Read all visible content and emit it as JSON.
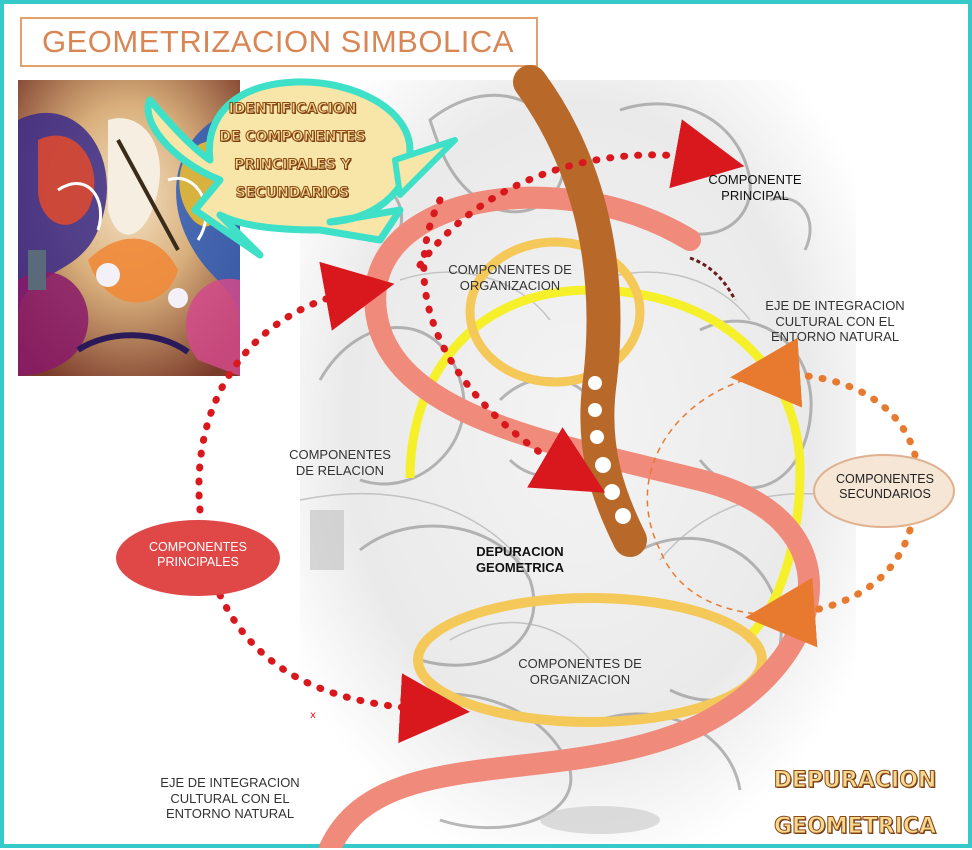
{
  "title": "GEOMETRIZACION SIMBOLICA",
  "bubble": {
    "line1": "IDENTIFICACION",
    "line2": "DE COMPONENTES",
    "line3": "PRINCIPALES Y",
    "line4": "SECUNDARIOS"
  },
  "labels": {
    "componente_principal_1": "COMPONENTE",
    "componente_principal_2": "PRINCIPAL",
    "org_top_1": "COMPONENTES DE",
    "org_top_2": "ORGANIZACION",
    "eje_top_1": "EJE DE INTEGRACION",
    "eje_top_2": "CULTURAL CON EL",
    "eje_top_3": "ENTORNO NATURAL",
    "relacion_1": "COMPONENTES",
    "relacion_2": "DE RELACION",
    "secundarios_1": "COMPONENTES",
    "secundarios_2": "SECUNDARIOS",
    "principales_1": "COMPONENTES",
    "principales_2": "PRINCIPALES",
    "depuracion_mid_1": "DEPURACION",
    "depuracion_mid_2": "GEOMETRICA",
    "org_bottom_1": "COMPONENTES DE",
    "org_bottom_2": "ORGANIZACION",
    "eje_bottom_1": "EJE DE INTEGRACION",
    "eje_bottom_2": "CULTURAL CON EL",
    "eje_bottom_3": "ENTORNO NATURAL",
    "depuracion_corner_1": "DEPURACION",
    "depuracion_corner_2": "GEOMETRICA"
  },
  "colors": {
    "frame": "#36c9c9",
    "title_text": "#d98655",
    "salmon_ribbon": "#f08a7a",
    "brown_band": "#b8692a",
    "yellow_ring": "#f5f02a",
    "gold_ring": "#f5c85a",
    "red_dots": "#d9181e",
    "orange_dots": "#e87a30",
    "bubble_fill": "#f7e6a8",
    "bubble_stroke": "#3fe0c8"
  }
}
